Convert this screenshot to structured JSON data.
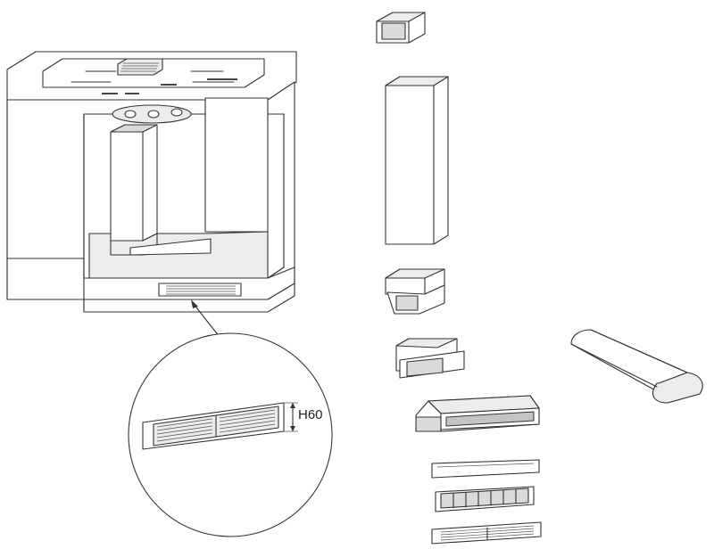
{
  "diagram": {
    "dimension_label": "H60",
    "parts": [
      "hob-with-extractor-in-cabinet",
      "plinth-grille-callout",
      "duct-elbow-top",
      "vertical-duct",
      "duct-transition-adapter",
      "duct-bend-adapter",
      "flat-duct-section",
      "plinth-mounting-frame",
      "plinth-cover-plate",
      "plinth-vent-insert",
      "plinth-grille"
    ],
    "colors": {
      "line": "#333333",
      "fill_light": "#ececec",
      "fill_mid": "#dadada",
      "fill_dark": "#c4c4c4"
    }
  }
}
